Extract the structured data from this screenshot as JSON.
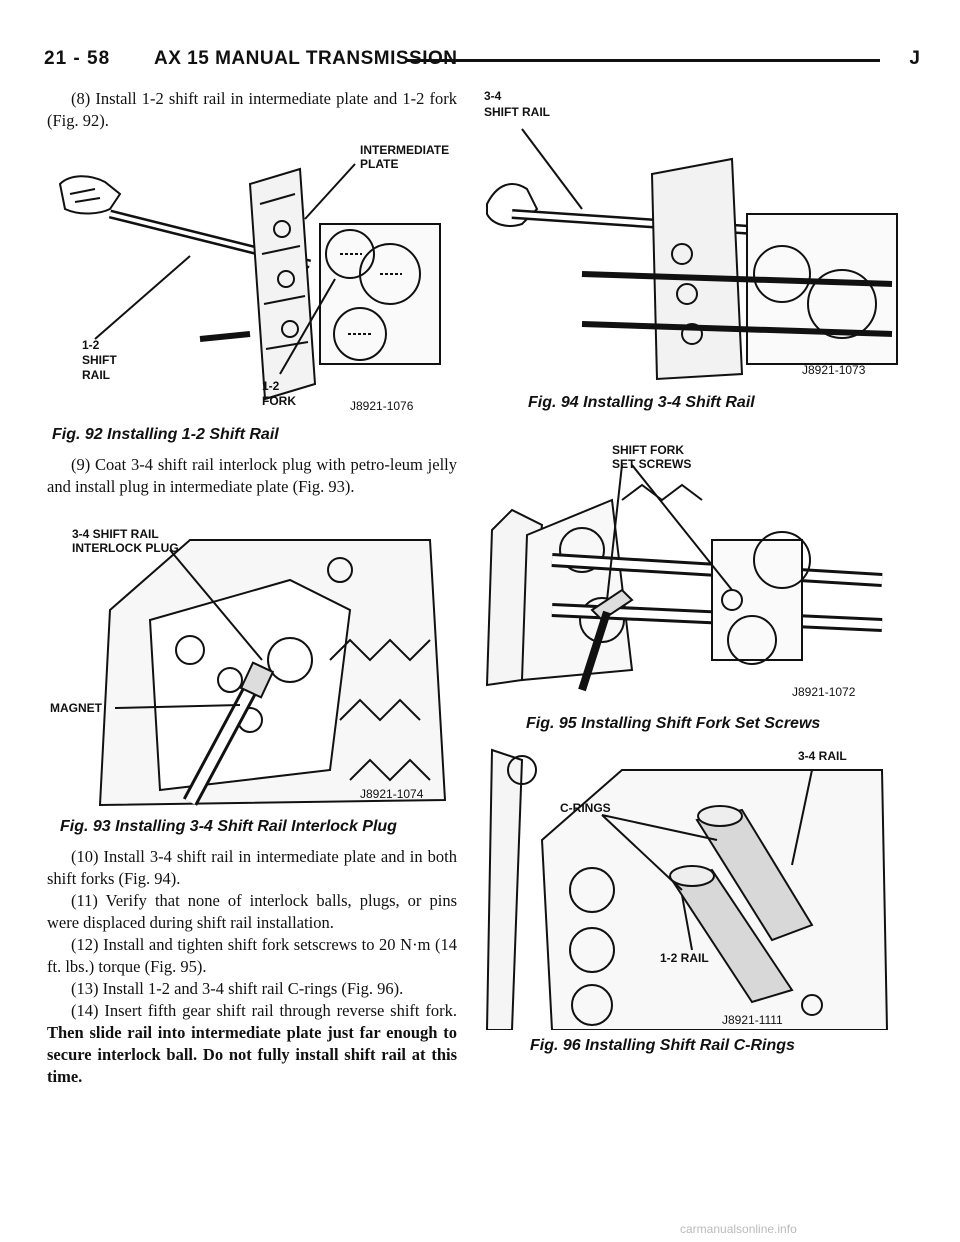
{
  "header": {
    "page_number": "21 - 58",
    "title": "AX 15 MANUAL TRANSMISSION",
    "section_letter": "J"
  },
  "text": {
    "step8": "(8) Install 1-2 shift rail in intermediate plate and 1-2 fork (Fig. 92).",
    "step9": "(9) Coat 3-4 shift rail interlock plug with petro-leum jelly and install plug in intermediate plate (Fig. 93).",
    "step10": "(10) Install 3-4 shift rail in intermediate plate and in both shift forks (Fig. 94).",
    "step11": "(11) Verify that none of interlock balls, plugs, or pins were displaced during shift rail installation.",
    "step12": "(12) Install and tighten shift fork setscrews to 20 N·m (14 ft. lbs.) torque (Fig. 95).",
    "step13": "(13) Install 1-2 and 3-4 shift rail C-rings (Fig. 96).",
    "step14_normal": "(14) Insert fifth gear shift rail through reverse shift fork.",
    "step14_bold": "Then slide rail into intermediate plate just far enough to secure interlock ball. Do not fully install shift rail at this time."
  },
  "figures": {
    "fig92": {
      "caption": "Fig. 92 Installing 1-2 Shift Rail",
      "label_plate_1": "INTERMEDIATE",
      "label_plate_2": "PLATE",
      "label_rail_1": "1-2",
      "label_rail_2": "SHIFT",
      "label_rail_3": "RAIL",
      "label_fork_1": "1-2",
      "label_fork_2": "FORK",
      "code": "J8921-1076"
    },
    "fig93": {
      "caption": "Fig. 93 Installing 3-4 Shift Rail Interlock Plug",
      "label_plug_1": "3-4 SHIFT RAIL",
      "label_plug_2": "INTERLOCK PLUG",
      "label_magnet": "MAGNET",
      "code": "J8921-1074"
    },
    "fig94": {
      "caption": "Fig. 94 Installing 3-4 Shift Rail",
      "label_rail_1": "3-4",
      "label_rail_2": "SHIFT RAIL",
      "code": "J8921-1073"
    },
    "fig95": {
      "caption": "Fig. 95 Installing Shift Fork Set Screws",
      "label_1": "SHIFT FORK",
      "label_2": "SET SCREWS",
      "code": "J8921-1072"
    },
    "fig96": {
      "caption": "Fig. 96 Installing Shift Rail C-Rings",
      "label_34": "3-4 RAIL",
      "label_crings": "C-RINGS",
      "label_12": "1-2 RAIL",
      "code": "J8921-1111"
    }
  },
  "watermark": "carmanualsonline.info"
}
